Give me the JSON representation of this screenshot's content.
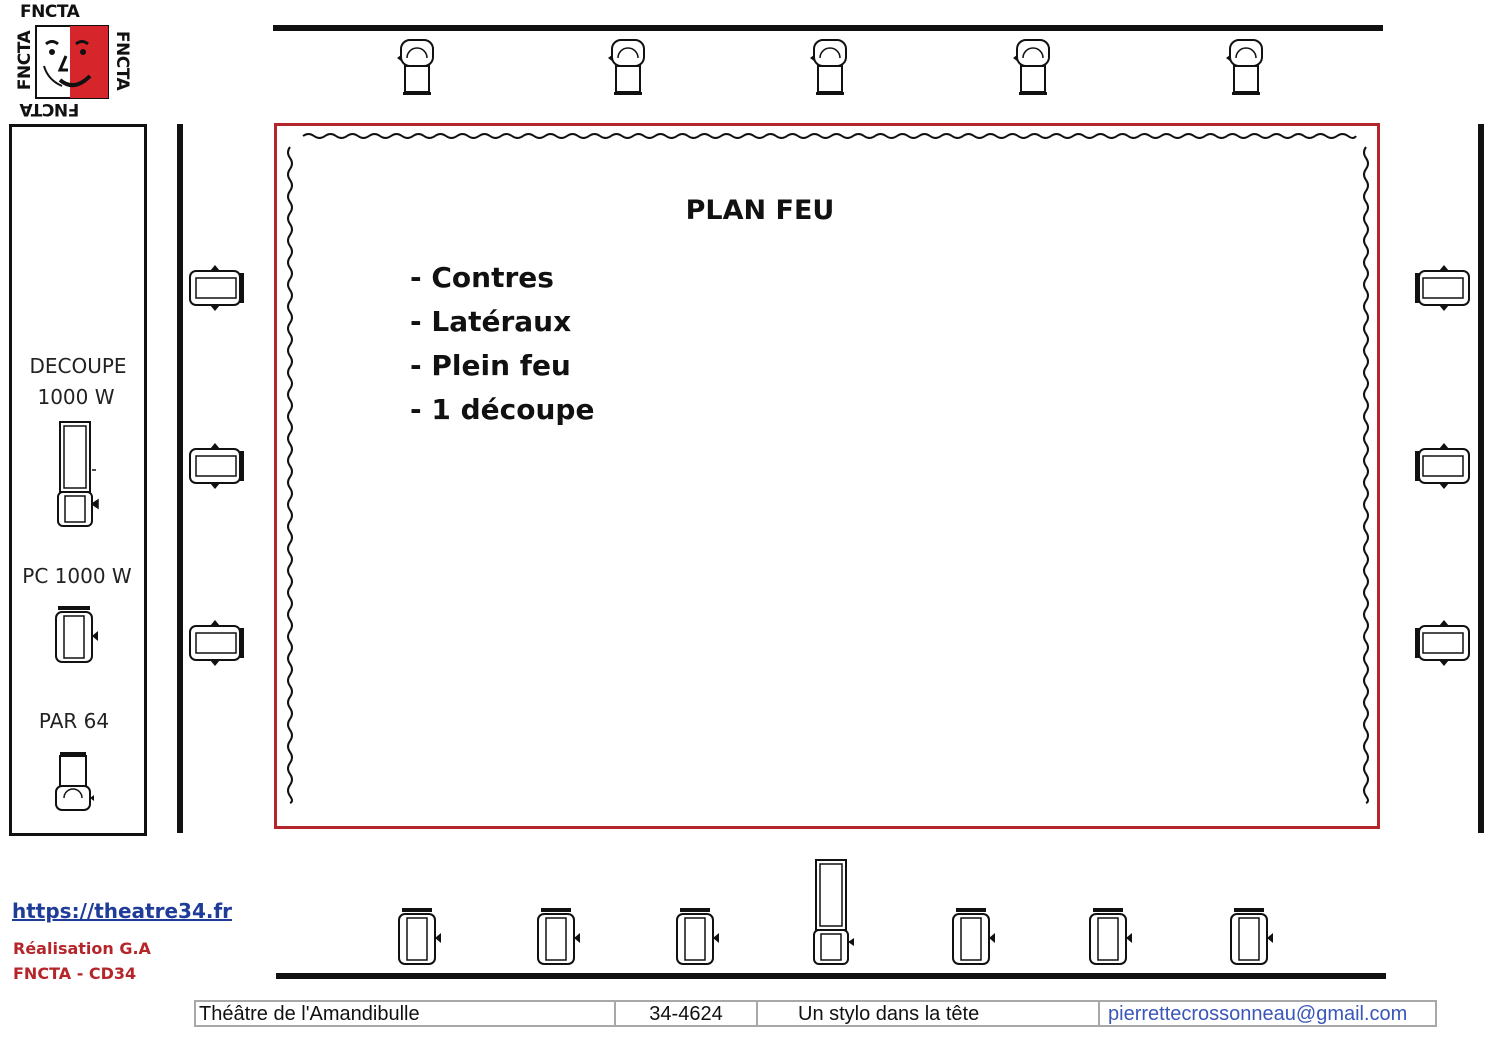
{
  "logo": {
    "text": "FNCTA"
  },
  "legend": {
    "items": [
      {
        "label_line1": "DECOUPE",
        "label_line2": "1000 W",
        "icon": "decoupe-icon"
      },
      {
        "label_line1": "PC 1000 W",
        "icon": "pc-icon"
      },
      {
        "label_line1": "PAR 64",
        "icon": "par64-icon"
      }
    ]
  },
  "plan": {
    "title": "PLAN FEU",
    "items": [
      "- Contres",
      "- Latéraux",
      "- Plein feu",
      "- 1 découpe"
    ]
  },
  "footer": {
    "link": "https://theatre34.fr",
    "credit_line1": "Réalisation G.A",
    "credit_line2": "FNCTA - CD34"
  },
  "info": {
    "theatre": "Théâtre de l'Amandibulle",
    "code": "34-4624",
    "play": "Un stylo dans la tête",
    "email": "pierrettecrossonneau@gmail.com"
  },
  "colors": {
    "stage_border": "#b5262b",
    "logo_red": "#d7262b",
    "link": "#1f3c99",
    "credit": "#b5262b",
    "email": "#3a56b8"
  },
  "fixtures": {
    "back_row": {
      "type": "par64",
      "count": 5
    },
    "left_side": {
      "type": "pc",
      "count": 3
    },
    "right_side": {
      "type": "pc",
      "count": 3
    },
    "front_row": {
      "types": [
        "pc",
        "pc",
        "pc",
        "decoupe",
        "pc",
        "pc",
        "pc"
      ]
    }
  }
}
